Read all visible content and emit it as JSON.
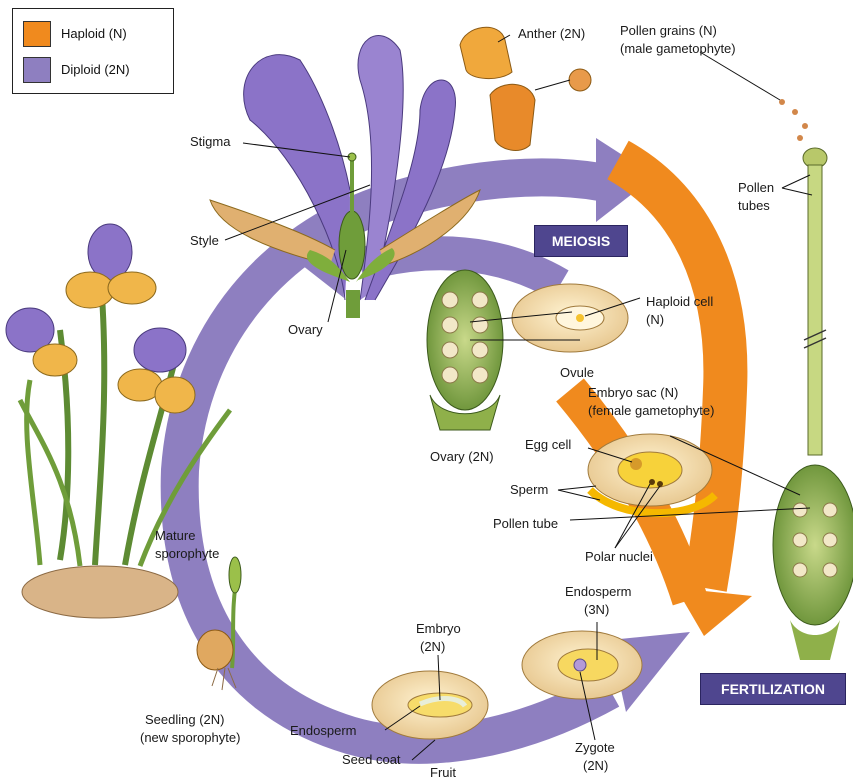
{
  "colors": {
    "haploid": "#f08a1e",
    "diploid": "#8e7fc0",
    "stage_box": "#4f468f",
    "petal_purple": "#8b73c8",
    "petal_yellow": "#f0b64a",
    "stem_green": "#6f9d3a",
    "ovule_cream": "#f3deb0"
  },
  "legend": {
    "haploid_label": "Haploid (N)",
    "diploid_label": "Diploid (2N)"
  },
  "stages": {
    "meiosis": "MEIOSIS",
    "fertilization": "FERTILIZATION"
  },
  "labels": {
    "anther": "Anther (2N)",
    "pollen_grains_1": "Pollen grains (N)",
    "pollen_grains_2": "(male gametophyte)",
    "pollen_tubes_1": "Pollen",
    "pollen_tubes_2": "tubes",
    "stigma": "Stigma",
    "style": "Style",
    "ovary": "Ovary",
    "haploid_cell_1": "Haploid cell",
    "haploid_cell_2": "(N)",
    "ovule": "Ovule",
    "embryo_sac_1": "Embryo sac (N)",
    "embryo_sac_2": "(female gametophyte)",
    "ovary_2n": "Ovary (2N)",
    "egg_cell": "Egg cell",
    "sperm": "Sperm",
    "pollen_tube": "Pollen tube",
    "polar_nuclei": "Polar nuclei",
    "mature_sporophyte_1": "Mature",
    "mature_sporophyte_2": "sporophyte",
    "endosperm_3n_1": "Endosperm",
    "endosperm_3n_2": "(3N)",
    "embryo_1": "Embryo",
    "embryo_2": "(2N)",
    "seedling_1": "Seedling (2N)",
    "seedling_2": "(new sporophyte)",
    "endosperm": "Endosperm",
    "seed_coat": "Seed coat",
    "fruit": "Fruit",
    "zygote_1": "Zygote",
    "zygote_2": "(2N)"
  }
}
